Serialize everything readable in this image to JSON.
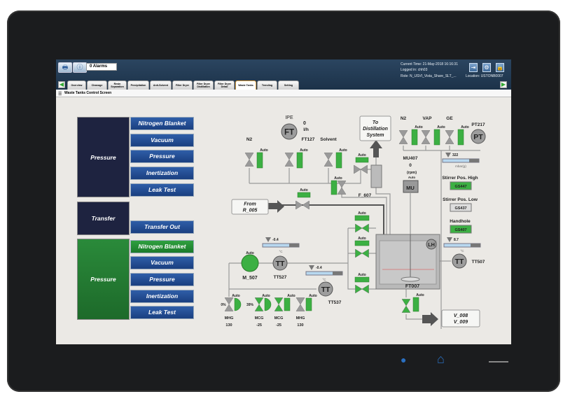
{
  "header": {
    "alarms": "0 Alarms",
    "current_time": "Current Time: 21-May-2018 16:16:31",
    "logged_in": "Logged in: chh03",
    "role": "Role: N_USVI_Vista_Share_SLT_...",
    "location": "Location: USTONB0007"
  },
  "tabs": [
    "Overview",
    "Cleavage",
    "Resin Separation",
    "Precipitation",
    "Anti-Solvent",
    "Filter Dryer",
    "Filter Dryer Distillation",
    "Filter Dryer Detail",
    "Waste Tanks",
    "Trending",
    "Setting"
  ],
  "active_tab": "Waste Tanks",
  "screen_title": "Waste Tanks Control Screen",
  "left_panel": {
    "group1": {
      "label": "Pressure",
      "buttons": [
        "Nitrogen Blanket",
        "Vacuum",
        "Pressure",
        "Inertization",
        "Leak Test"
      ]
    },
    "group2": {
      "label": "Transfer",
      "buttons": [
        "Transfer Out"
      ]
    },
    "group3": {
      "label": "Pressure",
      "buttons": [
        "Nitrogen Blanket",
        "Vacuum",
        "Pressure",
        "Inertization",
        "Leak Test"
      ]
    }
  },
  "diagram": {
    "auto": "Auto",
    "n2": "N2",
    "ipe": "IPE",
    "ft": "FT",
    "ft_value": "0",
    "ft_unit": "l/h",
    "ft_tag": "FT127",
    "solvent": "Solvent",
    "to_dist": [
      "To",
      "Distillation",
      "System"
    ],
    "f607": "F_607",
    "from_r005": [
      "From",
      "R_005"
    ],
    "right_n2": "N2",
    "vap": "VAP",
    "ge": "GE",
    "pt217": "PT217",
    "pt": "PT",
    "pressure_value": "322",
    "pressure_unit": "mbar(g)",
    "mu_tag": "MU407",
    "mu_value": "0",
    "mu_unit": "(rpm)",
    "mu": "MU",
    "stirrer_high": "Stirrer Pos. High",
    "gs447": "GS447",
    "stirrer_low": "Stirrer Pos. Low",
    "gs437": "GS437",
    "handhole": "Handhole",
    "gs407": "GS407",
    "temp1": "-0.4",
    "temp2": "-0.4",
    "temp3": "8.7",
    "deg": "°C",
    "pump": "M_507",
    "tt": "TT",
    "tt527": "TT527",
    "tt537": "TT537",
    "tt507": "TT507",
    "lh": "LH",
    "ft007": "FT007",
    "v_out": [
      "V_008",
      "V_009"
    ],
    "valve_pct1": "0%",
    "valve_pct2": "39%",
    "bottom": [
      [
        "MHG",
        "130"
      ],
      [
        "MCG",
        "-25"
      ],
      [
        "MCG",
        "-25"
      ],
      [
        "MHG",
        "130"
      ]
    ]
  },
  "colors": {
    "green": "#3cb043",
    "navy": "#1e2340",
    "blue_btn": "#2a57a0"
  }
}
